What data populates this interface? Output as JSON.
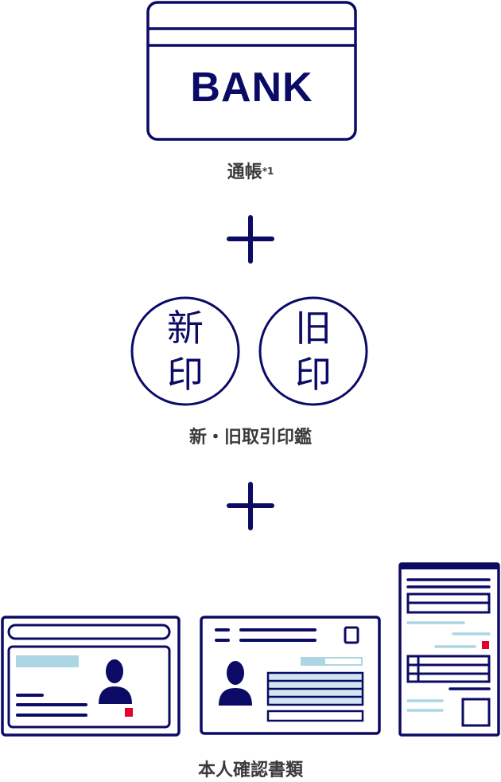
{
  "bankbook": {
    "card_text": "BANK",
    "label": "通帳",
    "footnote": "*1"
  },
  "plus_icon": "plus-icon",
  "seals": {
    "new_seal": {
      "line1": "新",
      "line2": "印"
    },
    "old_seal": {
      "line1": "旧",
      "line2": "印"
    },
    "label": "新・旧取引印鑑"
  },
  "id_documents": {
    "label": "本人確認書類"
  },
  "colors": {
    "navy": "#0b0b66",
    "light_blue": "#acd6e4",
    "red_mark": "#e4002b",
    "text": "#3a3a3a"
  }
}
